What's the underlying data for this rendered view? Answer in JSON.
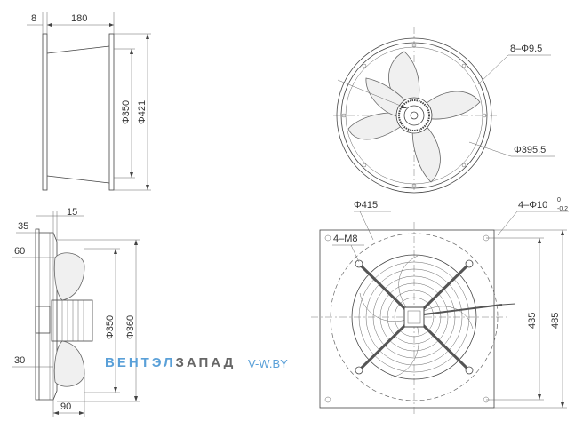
{
  "side_top": {
    "d_offset": "8",
    "d_depth": "180",
    "d_inner": "Φ350",
    "d_outer": "Φ421"
  },
  "front_top": {
    "holes": "8–Φ9.5",
    "bolt_circle": "Φ395.5"
  },
  "side_bottom": {
    "d15": "15",
    "d35": "35",
    "d60": "60",
    "d30": "30",
    "d90": "90",
    "d_inner": "Φ350",
    "d_outer": "Φ360"
  },
  "front_bottom": {
    "d_circle": "Φ415",
    "studs": "4–M8",
    "holes": "4–Φ10",
    "tol_top": "0",
    "tol_bot": "-0.2",
    "d435": "435",
    "d485": "485"
  },
  "watermark": {
    "brand_a": "ВЕНТЭЛ",
    "brand_b": "ЗАПАД",
    "site_a": "V-",
    "site_b": "W.BY"
  }
}
